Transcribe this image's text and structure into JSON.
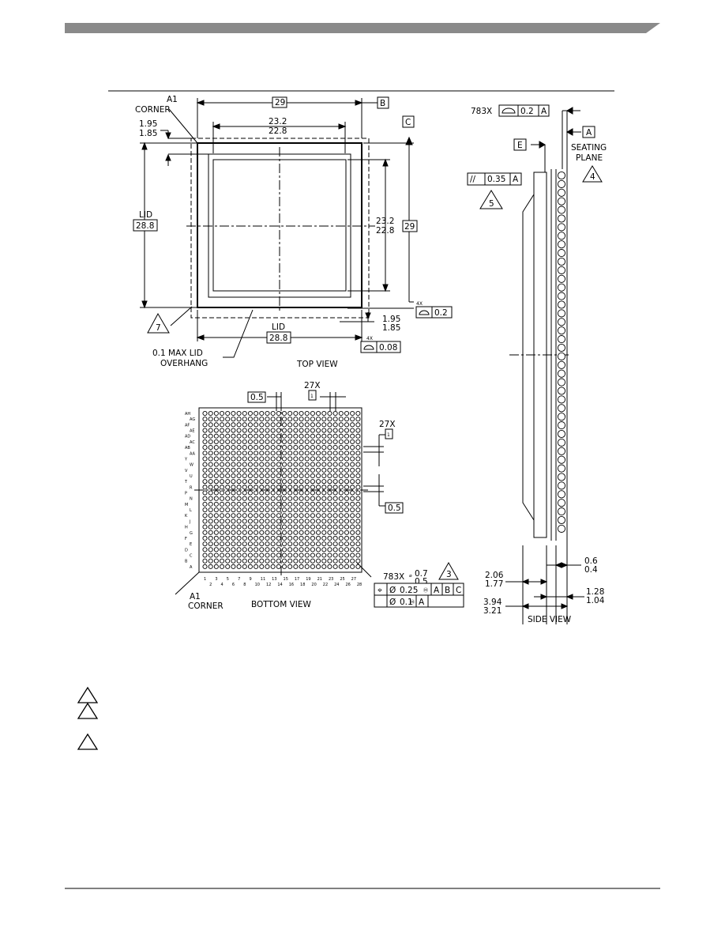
{
  "drawing": {
    "top_view": {
      "title": "TOP VIEW",
      "a1_corner": [
        "A1",
        "CORNER"
      ],
      "width_dim": "29",
      "datum_b": "B",
      "datum_c": "C",
      "inner_width": [
        "23.2",
        "22.8"
      ],
      "edge_offset": [
        "1.95",
        "1.85"
      ],
      "lid_label": "LID",
      "lid_dim": "28.8",
      "inner_height": [
        "23.2",
        "22.8"
      ],
      "height_dim": "29",
      "edge_offset_bottom": [
        "1.95",
        "1.85"
      ],
      "flatness_count": "4X",
      "flatness_value": "0.2",
      "lid_label_bottom": "LID",
      "lid_dim_bottom": "28.8",
      "flatness_count_2": "4X",
      "flatness_value_2": "0.08",
      "note_7": "7",
      "overhang": [
        "0.1 MAX LID",
        "OVERHANG"
      ]
    },
    "bottom_view": {
      "title": "BOTTOM VIEW",
      "a1_corner": [
        "A1",
        "CORNER"
      ],
      "pitch_h": "0.5",
      "count_h": "27X",
      "count_h_box": "1",
      "count_v": "27X",
      "count_v_box": "1",
      "pitch_v": "0.5",
      "row_labels": [
        "AH",
        "AG",
        "AF",
        "AE",
        "AD",
        "AC",
        "AB",
        "AA",
        "Y",
        "W",
        "V",
        "U",
        "T",
        "R",
        "P",
        "N",
        "M",
        "L",
        "K",
        "J",
        "H",
        "G",
        "F",
        "E",
        "D",
        "C",
        "B",
        "A"
      ],
      "col_labels_odd": [
        "1",
        "3",
        "5",
        "7",
        "9",
        "11",
        "13",
        "15",
        "17",
        "19",
        "21",
        "23",
        "25",
        "27"
      ],
      "col_labels_even": [
        "2",
        "4",
        "6",
        "8",
        "10",
        "12",
        "14",
        "16",
        "18",
        "20",
        "22",
        "24",
        "26",
        "28"
      ],
      "ball_count": "783X",
      "ball_dia": [
        "0.7",
        "0.5"
      ],
      "note_3": "3",
      "tol_1": [
        "0.25",
        "A",
        "B",
        "C"
      ],
      "tol_2": [
        "0.1",
        "A"
      ]
    },
    "side_view": {
      "title": "SIDE VIEW",
      "coplanarity_count": "783X",
      "coplanarity_value": "0.2",
      "coplanarity_datum": "A",
      "datum_a": "A",
      "seating_plane": [
        "SEATING",
        "PLANE"
      ],
      "note_4": "4",
      "datum_e": "E",
      "parallel_value": "0.35",
      "parallel_datum": "A",
      "note_5": "5",
      "dim_total_substrate": [
        "2.06",
        "1.77"
      ],
      "dim_overall": [
        "3.94",
        "3.21"
      ],
      "dim_ball_height": [
        "0.6",
        "0.4"
      ],
      "dim_body": [
        "1.28",
        "1.04"
      ]
    },
    "notes": {
      "markers": [
        "",
        "",
        ""
      ]
    }
  }
}
